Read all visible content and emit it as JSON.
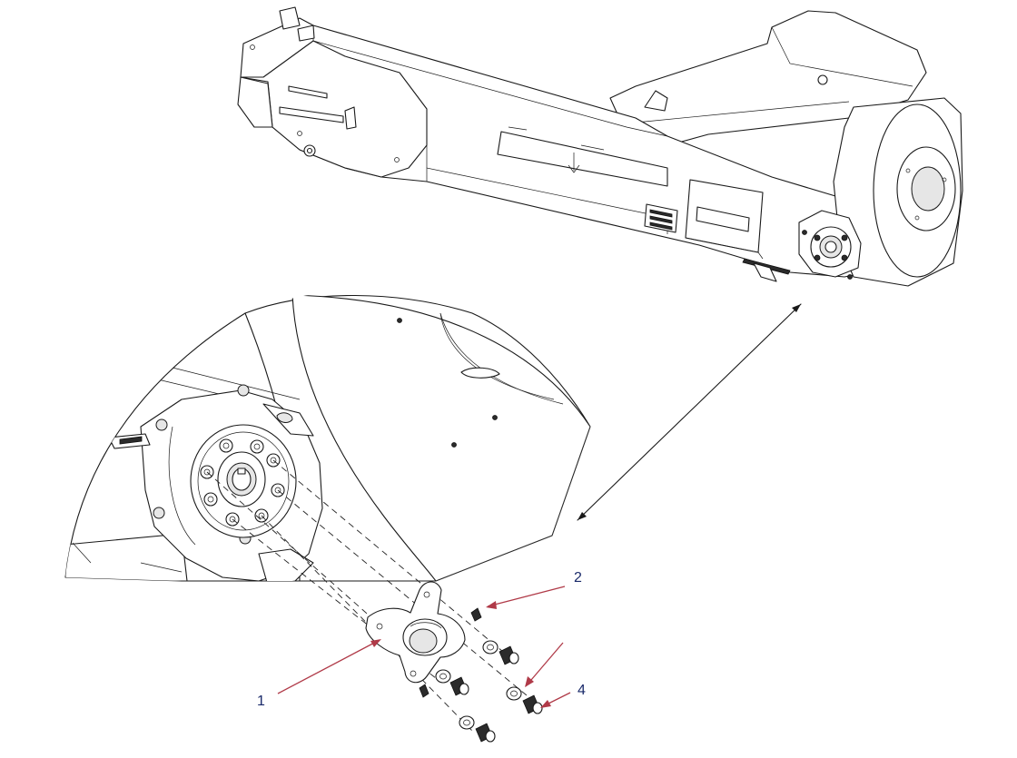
{
  "colors": {
    "callout_arrow": "#b03a48",
    "callout_text": "#1a2a6a",
    "line": "#1a1a1a"
  },
  "callouts": [
    {
      "id": "1",
      "label": "1"
    },
    {
      "id": "2",
      "label": "2"
    },
    {
      "id": "4",
      "label": "4"
    }
  ],
  "decal_lines": [
    "",
    "",
    ""
  ]
}
